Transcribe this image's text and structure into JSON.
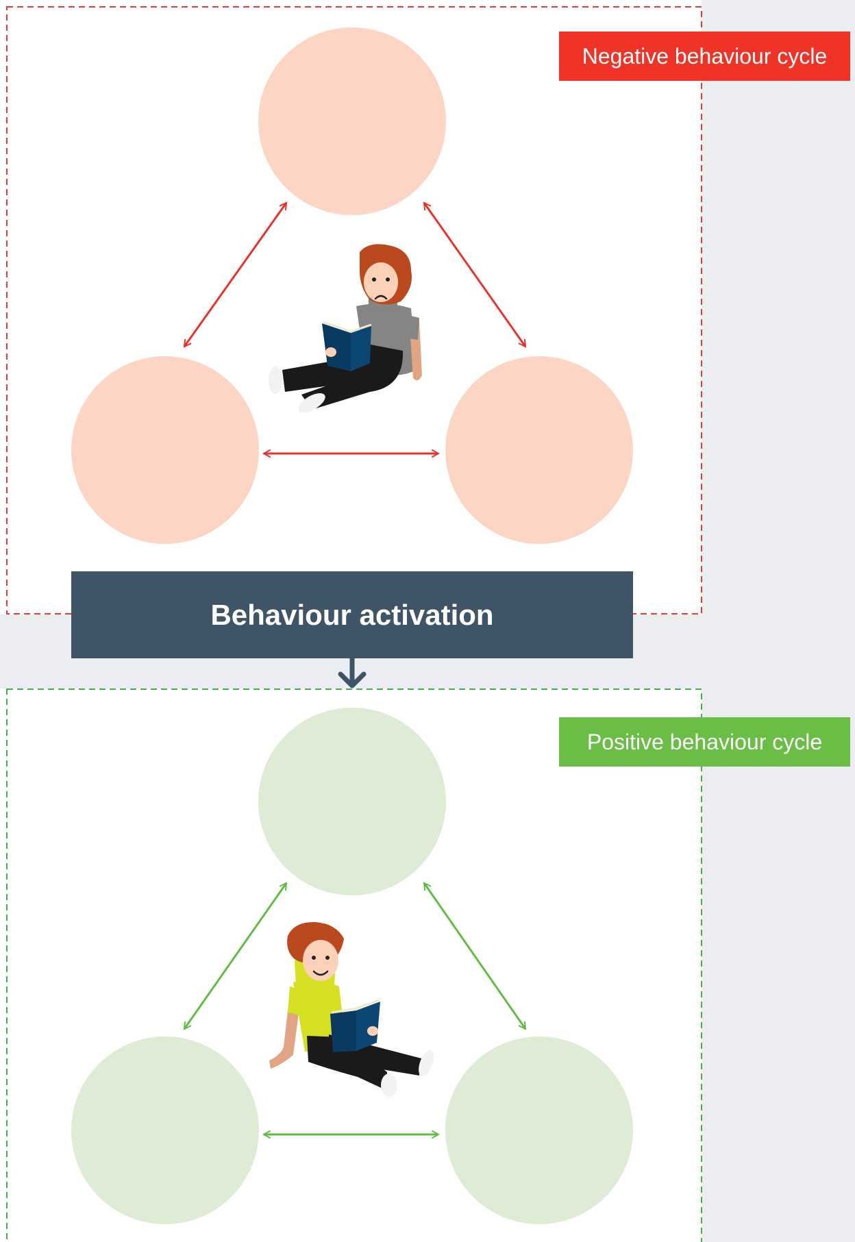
{
  "negative_cycle": {
    "label": "Negative behaviour cycle",
    "label_color": "#ef3326",
    "border_color": "#e8393a",
    "circle_color": "#fdd5c4",
    "arrow_color": "#e8322a",
    "shirt_color": "#858585",
    "mood": "sad"
  },
  "transition": {
    "label": "Behaviour activation",
    "banner_color": "#3f5567",
    "arrow_color": "#3f5567"
  },
  "positive_cycle": {
    "label": "Positive behaviour cycle",
    "label_color": "#6abe45",
    "border_color": "#3bb54a",
    "circle_color": "#deecd6",
    "arrow_color": "#63bb47",
    "shirt_color": "#d4e021",
    "mood": "happy"
  },
  "icons": {
    "person_sad": "sad-person-reading-icon",
    "person_happy": "happy-person-reading-icon",
    "book": "book-icon"
  }
}
